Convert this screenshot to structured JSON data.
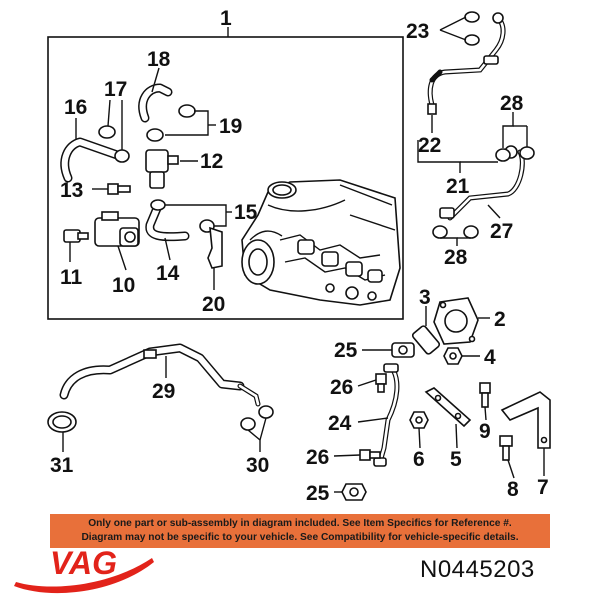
{
  "callouts": {
    "c1": "1",
    "c2": "2",
    "c3": "3",
    "c4": "4",
    "c5": "5",
    "c6": "6",
    "c7": "7",
    "c8": "8",
    "c9": "9",
    "c10": "10",
    "c11": "11",
    "c12": "12",
    "c13": "13",
    "c14": "14",
    "c15": "15",
    "c16": "16",
    "c17": "17",
    "c18": "18",
    "c19": "19",
    "c20": "20",
    "c21": "21",
    "c22": "22",
    "c23": "23",
    "c24": "24",
    "c25a": "25",
    "c25b": "25",
    "c26a": "26",
    "c26b": "26",
    "c27": "27",
    "c28a": "28",
    "c28b": "28",
    "c29": "29",
    "c30": "30",
    "c31": "31"
  },
  "disclaimer": {
    "line1": "Only one part or sub-assembly in diagram included. See Item Specifics for Reference #.",
    "line2": "Diagram may not be specific to your vehicle. See Compatibility for vehicle-specific details."
  },
  "brand": {
    "name": "VAG",
    "color": "#e2231a"
  },
  "part_number": "N0445203",
  "colors": {
    "banner": "#e8703a",
    "ink": "#111111"
  }
}
